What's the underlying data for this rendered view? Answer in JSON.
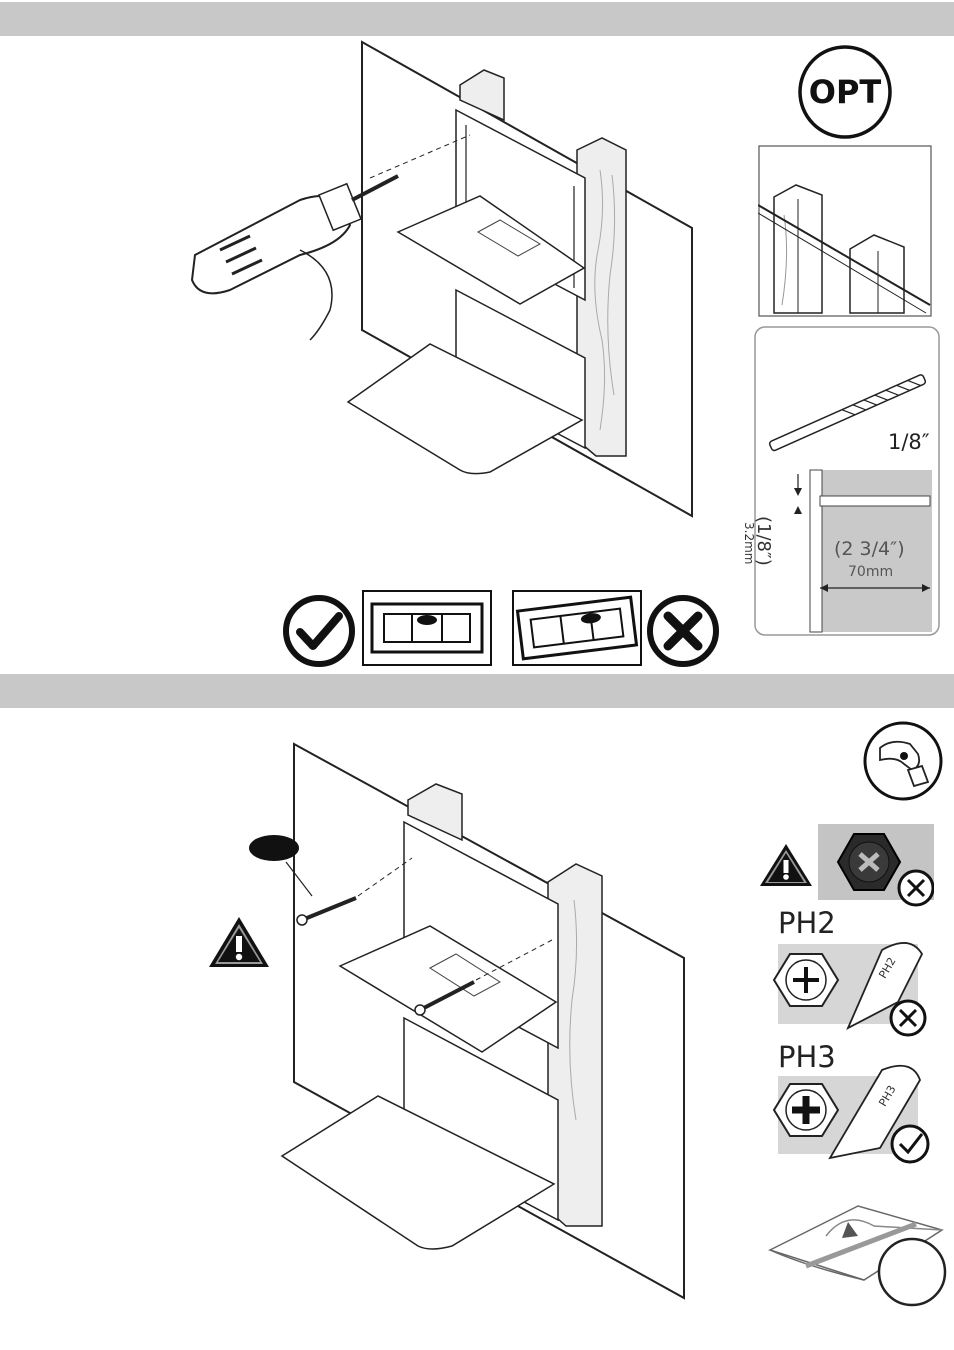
{
  "step1": {
    "opt_badge": "OPT",
    "drill_bit_size": "1/8″",
    "hole_diameter_in": "(1/8″)",
    "hole_diameter_mm": "3.2mm",
    "hole_depth_in": "(2 3/4″)",
    "hole_depth_mm": "70mm"
  },
  "step2": {
    "bit_ph2": "PH2",
    "bit_ph3": "PH3",
    "bit_ph2_engraving": "PH2",
    "bit_ph3_engraving": "PH3"
  },
  "colors": {
    "band": "#c8c8c8",
    "wood": "#e6e6e6",
    "line": "#222222"
  }
}
